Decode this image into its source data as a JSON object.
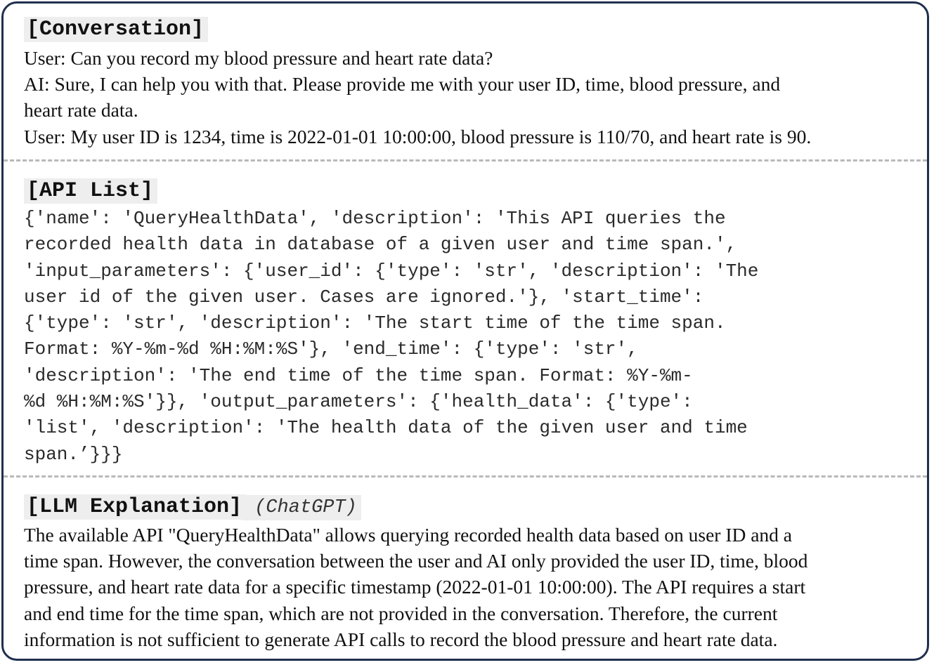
{
  "conversation": {
    "heading": "[Conversation]",
    "lines": [
      "User: Can you record my blood pressure and heart rate data?",
      "AI: Sure, I can help you with that. Please provide me with your user ID, time, blood pressure, and",
      "heart rate data.",
      "User: My user ID is 1234, time is 2022-01-01 10:00:00, blood pressure is 110/70, and heart rate is 90."
    ]
  },
  "api_list": {
    "heading": "[API List]",
    "lines": [
      "{'name': 'QueryHealthData', 'description': 'This API queries the",
      "recorded health data in database of a given user and time span.',",
      "'input_parameters': {'user_id': {'type': 'str', 'description': 'The",
      "user id of the given user. Cases are ignored.'}, 'start_time':",
      "{'type': 'str', 'description': 'The start time of the time span.",
      "Format: %Y-%m-%d %H:%M:%S'}, 'end_time': {'type': 'str',",
      "'description': 'The end time of the time span. Format: %Y-%m-",
      "%d %H:%M:%S'}}, 'output_parameters': {'health_data': {'type':",
      "'list', 'description': 'The health data of the given user and time",
      "span.’}}}"
    ]
  },
  "explanation": {
    "heading": "[LLM Explanation]",
    "note": "(ChatGPT)",
    "lines": [
      "The available API \"QueryHealthData\" allows querying recorded health data based on user ID and a",
      "time span. However, the conversation between the user and AI only provided the user ID, time, blood",
      "pressure, and heart rate data for a specific timestamp (2022-01-01 10:00:00). The API requires a start",
      "and end time for the time span, which are not provided in the conversation. Therefore, the current",
      "information is not sufficient to generate API calls to record the blood pressure and heart rate data."
    ]
  }
}
